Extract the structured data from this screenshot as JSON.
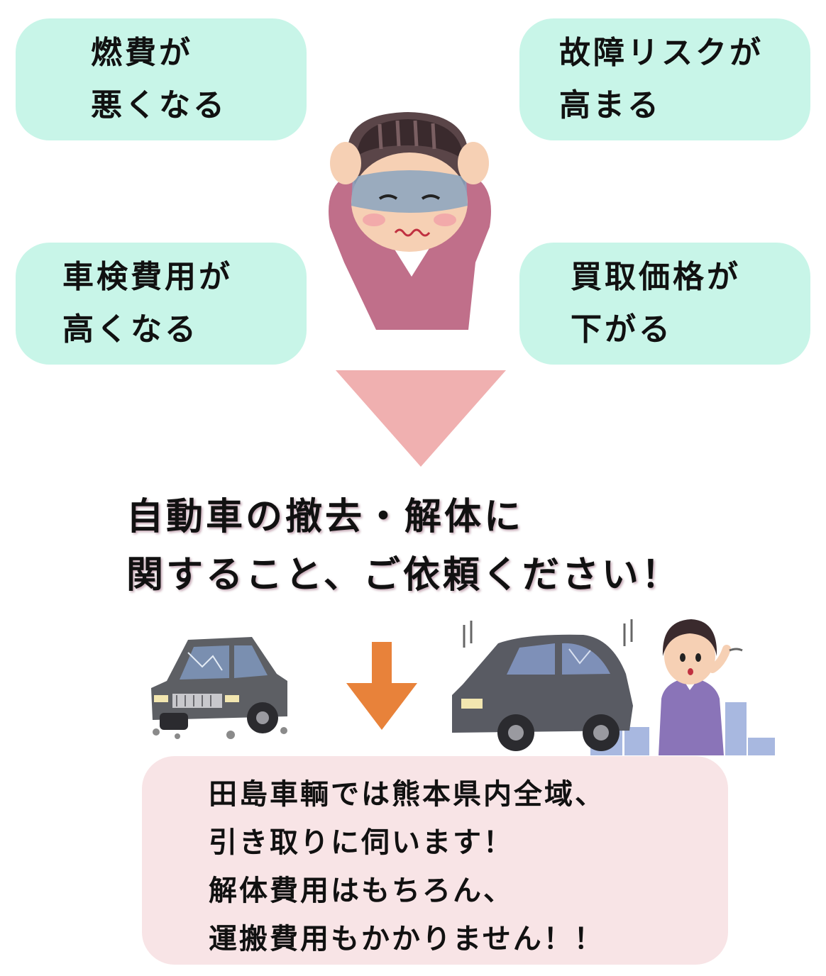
{
  "bubbles": {
    "top_left": {
      "line1": "燃費が",
      "line2": "悪くなる"
    },
    "top_right": {
      "line1": "故障リスクが",
      "line2": "高まる"
    },
    "bottom_left": {
      "line1": "車検費用が",
      "line2": "高くなる"
    },
    "bottom_right": {
      "line1": "買取価格が",
      "line2": "下がる"
    }
  },
  "headline": {
    "line1": "自動車の撤去・解体に",
    "line2": "関すること、ご依頼ください！"
  },
  "notice": {
    "line1": "田島車輌では熊本県内全域、",
    "line2": "引き取りに伺います！",
    "line3": "解体費用はもちろん、",
    "line4": "運搬費用もかかりません！！"
  },
  "colors": {
    "bubble_bg": "#c8f5e8",
    "big_arrow": "#f0b0b0",
    "small_arrow": "#e8823a",
    "notice_bg": "#f8e4e6"
  },
  "illustrations": [
    "worried-woman",
    "broken-old-car",
    "orange-down-arrow",
    "car-with-puzzled-woman"
  ]
}
